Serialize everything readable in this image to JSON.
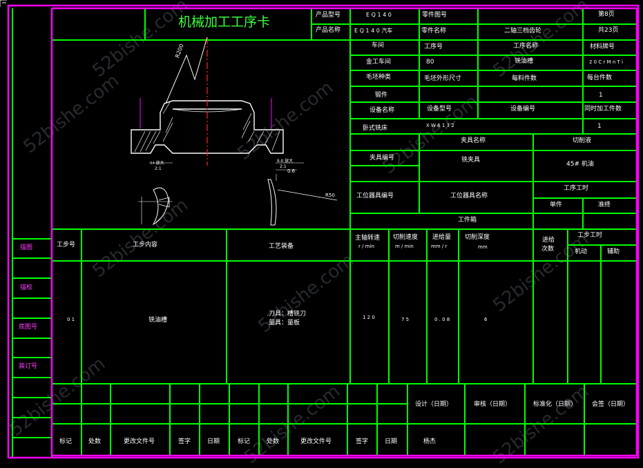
{
  "title": "机械加工工序卡",
  "header": {
    "product_model_label": "产品型号",
    "product_model_value": "E Q 1 4 0",
    "part_drawing_label": "零件图号",
    "page_label": "第8页",
    "product_name_label": "产品名称",
    "product_name_value": "E Q 1 4 0 汽车",
    "part_name_label": "零件名称",
    "part_name_value": "二轴三档齿轮",
    "total_label": "共23页"
  },
  "info": {
    "workshop_label": "车间",
    "process_no_label": "工序号",
    "process_name_label": "工序名称",
    "material_label": "材料牌号",
    "workshop_value": "金工车间",
    "process_no_value": "80",
    "process_name_value": "铣油槽",
    "material_value": "2 0 C r M n T i",
    "blank_type_label": "毛坯种类",
    "blank_size_label": "毛坯外形尺寸",
    "blank_per_label": "每料件数",
    "per_machine_label": "每台件数",
    "forging_value": "锻件",
    "per_machine_value": "1",
    "equip_name_label": "设备名称",
    "equip_model_label": "设备型号",
    "equip_no_label": "设备编号",
    "simul_label": "同时加工件数",
    "equip_name_value": "卧式铣床",
    "equip_model_value": "X W 6 1 3 2",
    "simul_value": "1",
    "fixture_no_label": "夹具编号",
    "fixture_name_label": "夹具名称",
    "coolant_label": "切削液",
    "fixture_name_value": "铣夹具",
    "coolant_value": "45# 机油",
    "station_no_label": "工位器具编号",
    "station_name_label": "工位器具名称",
    "work_hours_label": "工序工时",
    "unit_label": "单件",
    "final_label": "准终",
    "tool_box_label": "工件箱"
  },
  "drawing": {
    "r_label": "R200",
    "detail1_label": "I-I 放大",
    "detail1_scale": "2:1",
    "detail2_label": "II-II 放大",
    "detail2_scale": "2:1",
    "dim_06": "0.6",
    "r50_label": "R50"
  },
  "steps_header": {
    "step_no": "工步号",
    "content": "工步内容",
    "equipment": "工艺装备",
    "spindle_speed": "主轴转速",
    "spindle_unit": "r / min",
    "cut_speed": "切削速度",
    "cut_speed_unit": "m / min",
    "feed": "进给量",
    "feed_unit": "mm / r",
    "depth": "切削深度",
    "depth_unit": "mm",
    "passes": "进给",
    "passes2": "次数",
    "step_hours": "工步工时",
    "machine_time": "机动",
    "aux_time": "辅助"
  },
  "step_row": {
    "no": "0 1",
    "content": "铣油槽",
    "tool": "刀具：槽铣刀",
    "gauge": "量具：量板",
    "speed": "1 2 0",
    "cut_speed": "7 5",
    "feed": "0 . 0 8",
    "depth": "6"
  },
  "left_bar": {
    "trace": "描图",
    "proof": "描校",
    "base_no": "底图号",
    "binding_no": "装订号"
  },
  "footer": {
    "design": "设计（日期）",
    "review": "审核（日期）",
    "standard": "标准化（日期）",
    "sign": "会签（日期）",
    "mark": "标记",
    "count": "处数",
    "change_no": "更改文件号",
    "signature": "签字",
    "date": "日期",
    "mark2": "标记",
    "count2": "处数",
    "change_no2": "更改文件号",
    "signature2": "签字",
    "date2": "日期",
    "designer": "杨杰"
  },
  "watermark": "52bishe.com",
  "colors": {
    "line": "#00ff00",
    "border": "#ff00ff",
    "text": "#ffffff",
    "title": "#3cff3c",
    "red": "#ff2222"
  }
}
